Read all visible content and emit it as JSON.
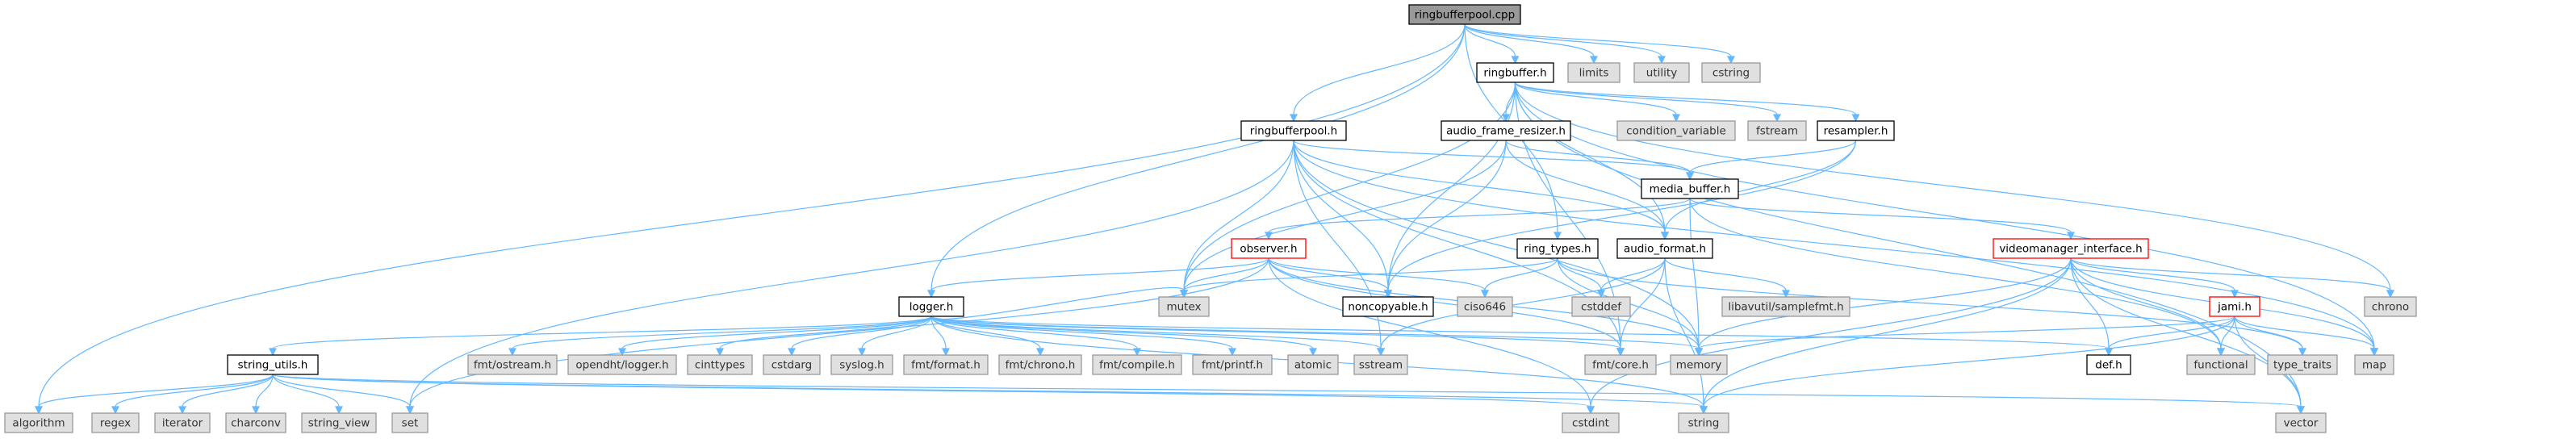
{
  "colors": {
    "root_fill": "#999999",
    "local_fill": "#ffffff",
    "local_border": "#000000",
    "system_fill": "#e0e0e0",
    "system_border": "#999999",
    "incomplete_border": "#ff0000",
    "edge": "#63b8ff"
  },
  "nodes": [
    {
      "id": "ringbufferpool_cpp",
      "label": "ringbufferpool.cpp",
      "kind": "root"
    },
    {
      "id": "ringbuffer_h",
      "label": "ringbuffer.h",
      "kind": "local"
    },
    {
      "id": "limits",
      "label": "limits",
      "kind": "system"
    },
    {
      "id": "utility",
      "label": "utility",
      "kind": "system"
    },
    {
      "id": "cstring",
      "label": "cstring",
      "kind": "system"
    },
    {
      "id": "ringbufferpool_h",
      "label": "ringbufferpool.h",
      "kind": "local"
    },
    {
      "id": "audio_frame_resizer_h",
      "label": "audio_frame_resizer.h",
      "kind": "local"
    },
    {
      "id": "condition_variable",
      "label": "condition_variable",
      "kind": "system"
    },
    {
      "id": "fstream",
      "label": "fstream",
      "kind": "system"
    },
    {
      "id": "resampler_h",
      "label": "resampler.h",
      "kind": "local"
    },
    {
      "id": "media_buffer_h",
      "label": "media_buffer.h",
      "kind": "local"
    },
    {
      "id": "observer_h",
      "label": "observer.h",
      "kind": "incomplete"
    },
    {
      "id": "ring_types_h",
      "label": "ring_types.h",
      "kind": "local"
    },
    {
      "id": "audio_format_h",
      "label": "audio_format.h",
      "kind": "local"
    },
    {
      "id": "videomanager_interface_h",
      "label": "videomanager_interface.h",
      "kind": "incomplete"
    },
    {
      "id": "mutex",
      "label": "mutex",
      "kind": "system"
    },
    {
      "id": "noncopyable_h",
      "label": "noncopyable.h",
      "kind": "local"
    },
    {
      "id": "ciso646",
      "label": "ciso646",
      "kind": "system"
    },
    {
      "id": "cstddef",
      "label": "cstddef",
      "kind": "system"
    },
    {
      "id": "samplefmt",
      "label": "libavutil/samplefmt.h",
      "kind": "system"
    },
    {
      "id": "chrono",
      "label": "chrono",
      "kind": "system"
    },
    {
      "id": "jami_h",
      "label": "jami.h",
      "kind": "incomplete"
    },
    {
      "id": "logger_h",
      "label": "logger.h",
      "kind": "local"
    },
    {
      "id": "fmt_ostream",
      "label": "fmt/ostream.h",
      "kind": "system"
    },
    {
      "id": "opendht_logger",
      "label": "opendht/logger.h",
      "kind": "system"
    },
    {
      "id": "cinttypes",
      "label": "cinttypes",
      "kind": "system"
    },
    {
      "id": "cstdarg",
      "label": "cstdarg",
      "kind": "system"
    },
    {
      "id": "syslog_h",
      "label": "syslog.h",
      "kind": "system"
    },
    {
      "id": "fmt_format",
      "label": "fmt/format.h",
      "kind": "system"
    },
    {
      "id": "fmt_chrono",
      "label": "fmt/chrono.h",
      "kind": "system"
    },
    {
      "id": "fmt_compile",
      "label": "fmt/compile.h",
      "kind": "system"
    },
    {
      "id": "fmt_printf",
      "label": "fmt/printf.h",
      "kind": "system"
    },
    {
      "id": "atomic",
      "label": "atomic",
      "kind": "system"
    },
    {
      "id": "sstream",
      "label": "sstream",
      "kind": "system"
    },
    {
      "id": "fmt_core",
      "label": "fmt/core.h",
      "kind": "system"
    },
    {
      "id": "memory",
      "label": "memory",
      "kind": "system"
    },
    {
      "id": "def_h",
      "label": "def.h",
      "kind": "local"
    },
    {
      "id": "functional",
      "label": "functional",
      "kind": "system"
    },
    {
      "id": "type_traits",
      "label": "type_traits",
      "kind": "system"
    },
    {
      "id": "map",
      "label": "map",
      "kind": "system"
    },
    {
      "id": "string_utils_h",
      "label": "string_utils.h",
      "kind": "local"
    },
    {
      "id": "algorithm",
      "label": "algorithm",
      "kind": "system"
    },
    {
      "id": "regex",
      "label": "regex",
      "kind": "system"
    },
    {
      "id": "iterator",
      "label": "iterator",
      "kind": "system"
    },
    {
      "id": "charconv",
      "label": "charconv",
      "kind": "system"
    },
    {
      "id": "string_view",
      "label": "string_view",
      "kind": "system"
    },
    {
      "id": "set",
      "label": "set",
      "kind": "system"
    },
    {
      "id": "cstdint",
      "label": "cstdint",
      "kind": "system"
    },
    {
      "id": "string",
      "label": "string",
      "kind": "system"
    },
    {
      "id": "vector",
      "label": "vector",
      "kind": "system"
    }
  ],
  "edges": [
    [
      "ringbufferpool_cpp",
      "ringbuffer_h"
    ],
    [
      "ringbufferpool_cpp",
      "limits"
    ],
    [
      "ringbufferpool_cpp",
      "utility"
    ],
    [
      "ringbufferpool_cpp",
      "cstring"
    ],
    [
      "ringbufferpool_cpp",
      "ringbufferpool_h"
    ],
    [
      "ringbufferpool_cpp",
      "ring_types_h"
    ],
    [
      "ringbufferpool_cpp",
      "logger_h"
    ],
    [
      "ringbufferpool_cpp",
      "algorithm"
    ],
    [
      "ringbuffer_h",
      "audio_frame_resizer_h"
    ],
    [
      "ringbuffer_h",
      "condition_variable"
    ],
    [
      "ringbuffer_h",
      "fstream"
    ],
    [
      "ringbuffer_h",
      "resampler_h"
    ],
    [
      "ringbuffer_h",
      "audio_format_h"
    ],
    [
      "ringbuffer_h",
      "noncopyable_h"
    ],
    [
      "ringbuffer_h",
      "mutex"
    ],
    [
      "ringbuffer_h",
      "chrono"
    ],
    [
      "ringbuffer_h",
      "map"
    ],
    [
      "ringbuffer_h",
      "vector"
    ],
    [
      "ringbuffer_h",
      "fmt_core"
    ],
    [
      "ringbufferpool_h",
      "media_buffer_h"
    ],
    [
      "ringbufferpool_h",
      "audio_format_h"
    ],
    [
      "ringbufferpool_h",
      "noncopyable_h"
    ],
    [
      "ringbufferpool_h",
      "mutex"
    ],
    [
      "ringbufferpool_h",
      "map"
    ],
    [
      "ringbufferpool_h",
      "set"
    ],
    [
      "ringbufferpool_h",
      "memory"
    ],
    [
      "ringbufferpool_h",
      "sstream"
    ],
    [
      "ringbufferpool_h",
      "fmt_core"
    ],
    [
      "audio_frame_resizer_h",
      "media_buffer_h"
    ],
    [
      "audio_frame_resizer_h",
      "audio_format_h"
    ],
    [
      "audio_frame_resizer_h",
      "noncopyable_h"
    ],
    [
      "audio_frame_resizer_h",
      "mutex"
    ],
    [
      "resampler_h",
      "media_buffer_h"
    ],
    [
      "resampler_h",
      "audio_format_h"
    ],
    [
      "resampler_h",
      "noncopyable_h"
    ],
    [
      "media_buffer_h",
      "observer_h"
    ],
    [
      "media_buffer_h",
      "videomanager_interface_h"
    ],
    [
      "media_buffer_h",
      "memory"
    ],
    [
      "media_buffer_h",
      "functional"
    ],
    [
      "observer_h",
      "mutex"
    ],
    [
      "observer_h",
      "noncopyable_h"
    ],
    [
      "observer_h",
      "ciso646"
    ],
    [
      "observer_h",
      "logger_h"
    ],
    [
      "observer_h",
      "set"
    ],
    [
      "observer_h",
      "memory"
    ],
    [
      "observer_h",
      "cstdint"
    ],
    [
      "observer_h",
      "fmt_core"
    ],
    [
      "ring_types_h",
      "mutex"
    ],
    [
      "ring_types_h",
      "ciso646"
    ],
    [
      "ring_types_h",
      "cstddef"
    ],
    [
      "ring_types_h",
      "memory"
    ],
    [
      "ring_types_h",
      "type_traits"
    ],
    [
      "audio_format_h",
      "cstddef"
    ],
    [
      "audio_format_h",
      "samplefmt"
    ],
    [
      "audio_format_h",
      "sstream"
    ],
    [
      "audio_format_h",
      "string"
    ],
    [
      "audio_format_h",
      "fmt_core"
    ],
    [
      "videomanager_interface_h",
      "jami_h"
    ],
    [
      "videomanager_interface_h",
      "def_h"
    ],
    [
      "videomanager_interface_h",
      "memory"
    ],
    [
      "videomanager_interface_h",
      "functional"
    ],
    [
      "videomanager_interface_h",
      "chrono"
    ],
    [
      "videomanager_interface_h",
      "map"
    ],
    [
      "videomanager_interface_h",
      "cstdint"
    ],
    [
      "videomanager_interface_h",
      "string"
    ],
    [
      "videomanager_interface_h",
      "vector"
    ],
    [
      "jami_h",
      "def_h"
    ],
    [
      "jami_h",
      "functional"
    ],
    [
      "jami_h",
      "type_traits"
    ],
    [
      "jami_h",
      "map"
    ],
    [
      "jami_h",
      "memory"
    ],
    [
      "jami_h",
      "string"
    ],
    [
      "jami_h",
      "vector"
    ],
    [
      "logger_h",
      "string_utils_h"
    ],
    [
      "logger_h",
      "fmt_ostream"
    ],
    [
      "logger_h",
      "opendht_logger"
    ],
    [
      "logger_h",
      "cinttypes"
    ],
    [
      "logger_h",
      "cstdarg"
    ],
    [
      "logger_h",
      "syslog_h"
    ],
    [
      "logger_h",
      "fmt_format"
    ],
    [
      "logger_h",
      "fmt_chrono"
    ],
    [
      "logger_h",
      "fmt_compile"
    ],
    [
      "logger_h",
      "fmt_printf"
    ],
    [
      "logger_h",
      "atomic"
    ],
    [
      "logger_h",
      "sstream"
    ],
    [
      "logger_h",
      "fmt_core"
    ],
    [
      "logger_h",
      "memory"
    ],
    [
      "logger_h",
      "def_h"
    ],
    [
      "logger_h",
      "mutex"
    ],
    [
      "logger_h",
      "string"
    ],
    [
      "string_utils_h",
      "algorithm"
    ],
    [
      "string_utils_h",
      "regex"
    ],
    [
      "string_utils_h",
      "iterator"
    ],
    [
      "string_utils_h",
      "charconv"
    ],
    [
      "string_utils_h",
      "string_view"
    ],
    [
      "string_utils_h",
      "set"
    ],
    [
      "string_utils_h",
      "cstdint"
    ],
    [
      "string_utils_h",
      "string"
    ],
    [
      "string_utils_h",
      "vector"
    ]
  ]
}
